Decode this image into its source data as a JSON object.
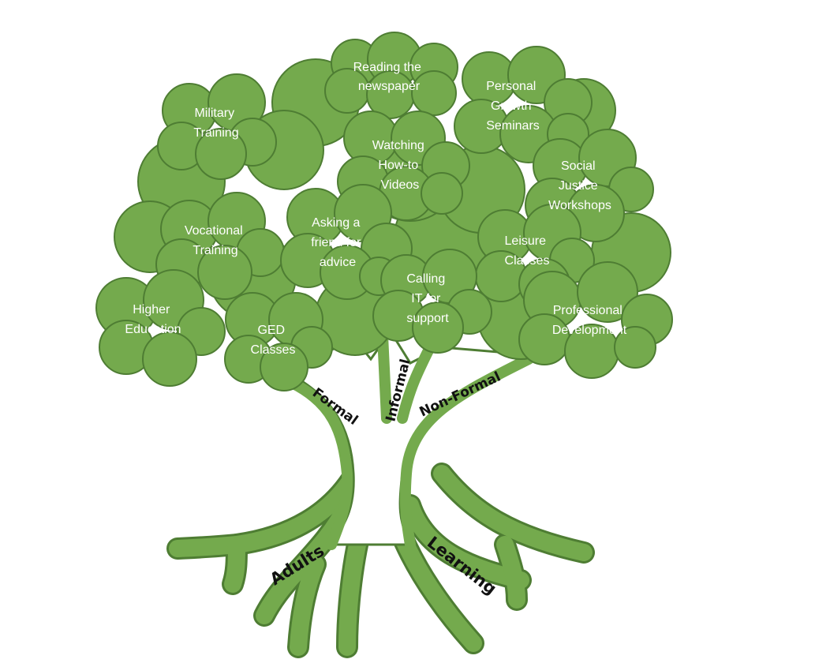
{
  "colors": {
    "leaf": "#74aa4d",
    "leaf_outline": "#4e7d33",
    "trunk_fill": "#ffffff",
    "trunk_outline": "#4e7d33",
    "text_light": "#ffffff",
    "text_dark": "#111111"
  },
  "canopy": {
    "reading_newspaper": {
      "line1": "Reading the",
      "line2": "newspaper"
    },
    "personal_growth": {
      "line1": "Personal",
      "line2": "Growth",
      "line3": "Seminars"
    },
    "military_training": {
      "line1": "Military",
      "line2": "Training"
    },
    "watching_videos": {
      "line1": "Watching",
      "line2": "How-to",
      "line3": "Videos"
    },
    "social_justice": {
      "line1": "Social",
      "line2": "Justice",
      "line3": "Workshops"
    },
    "vocational_training": {
      "line1": "Vocational",
      "line2": "Training"
    },
    "asking_friend": {
      "line1": "Asking a",
      "line2": "friend for",
      "line3": "advice"
    },
    "leisure_classes": {
      "line1": "Leisure",
      "line2": "Classes"
    },
    "calling_it": {
      "line1": "Calling",
      "line2": "IT for",
      "line3": "support"
    },
    "higher_education": {
      "line1": "Higher",
      "line2": "Education"
    },
    "ged_classes": {
      "line1": "GED",
      "line2": "Classes"
    },
    "professional_development": {
      "line1": "Professional",
      "line2": "Development"
    }
  },
  "branches": {
    "formal": "Formal",
    "informal": "Informal",
    "non_formal": "Non-Formal"
  },
  "roots": {
    "adults": "Adults",
    "learning": "Learning"
  }
}
